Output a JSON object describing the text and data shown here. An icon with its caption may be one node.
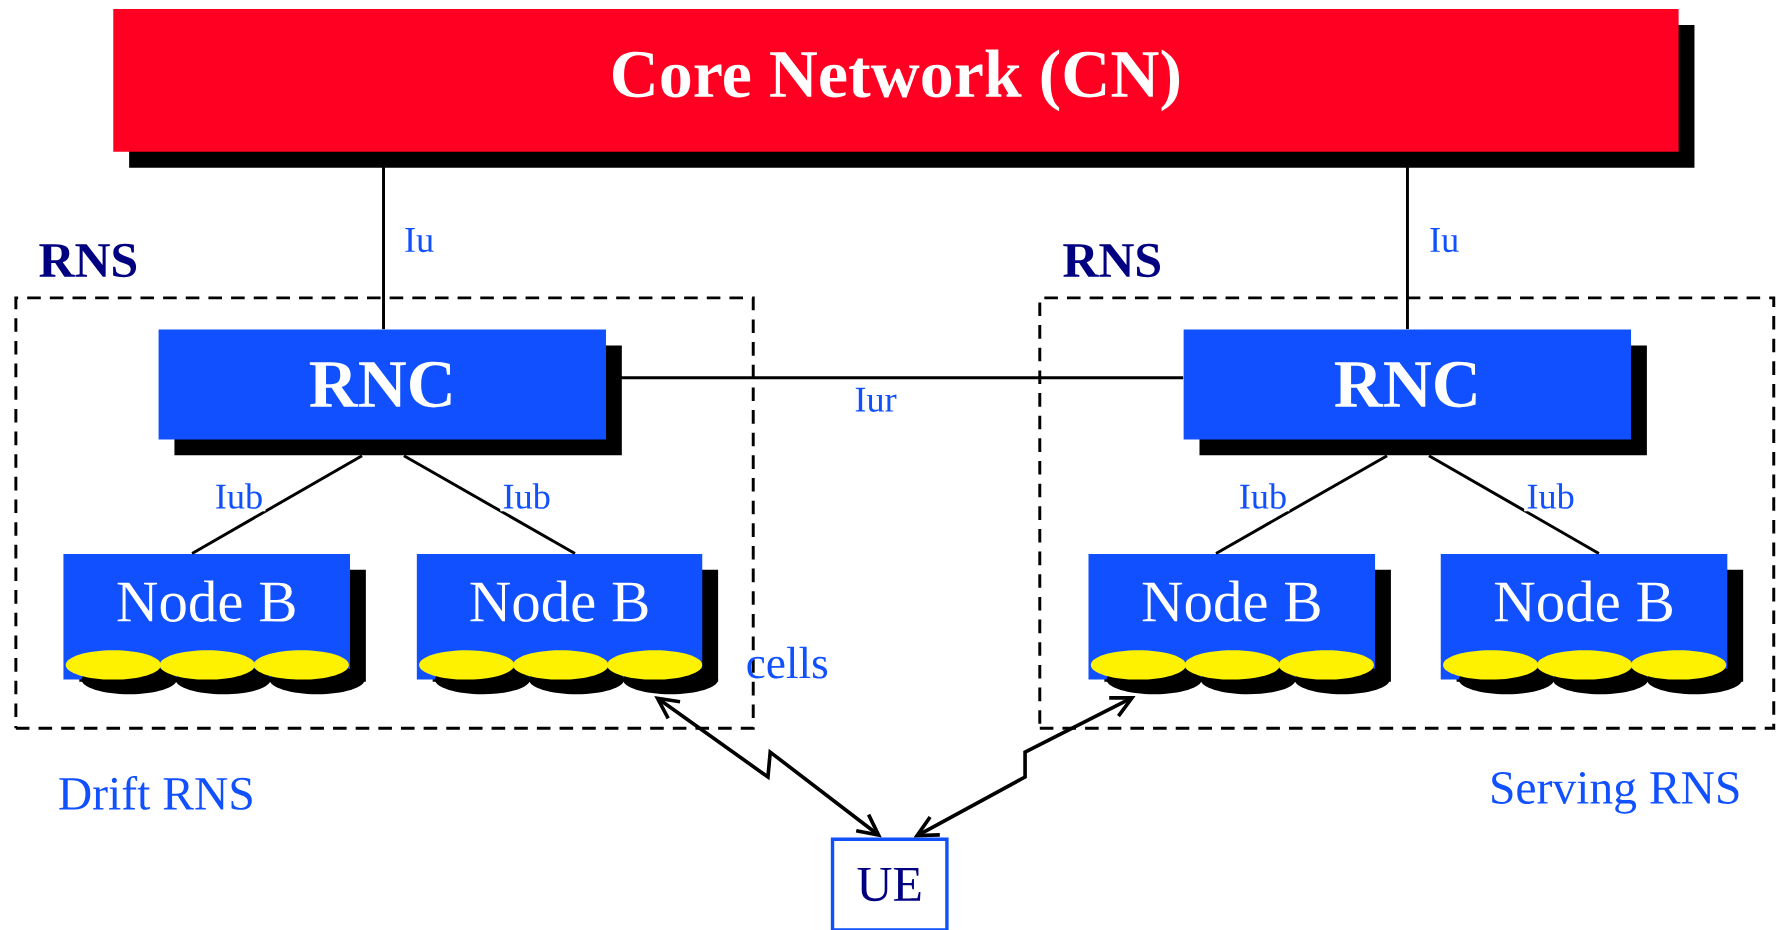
{
  "diagram": {
    "nodes": [
      {
        "text": [
          "Core Network (CN)"
        ]
      },
      {
        "text": [
          "RNS"
        ],
        "beside": [
          "Drift RNS"
        ]
      },
      {
        "text": [
          "RNC"
        ],
        "in": 1
      },
      {
        "text": [
          "Node B"
        ],
        "in": 1
      },
      {
        "text": [
          "Node B"
        ],
        "in": 1
      },
      {
        "text": [
          "RNS"
        ],
        "beside": [
          "Serving RNS"
        ]
      },
      {
        "text": [
          "RNC"
        ],
        "in": 5
      },
      {
        "text": [
          "Node B"
        ],
        "in": 5
      },
      {
        "text": [
          "Node B"
        ],
        "in": 5
      },
      {
        "text": [
          "UE"
        ]
      }
    ],
    "edges": [
      {
        "from": 0,
        "to": 2,
        "arrow": "none",
        "label": "Iu"
      },
      {
        "from": 0,
        "to": 6,
        "arrow": "none",
        "label": "Iu"
      },
      {
        "from": 2,
        "to": 6,
        "arrow": "none",
        "label": "Iur"
      },
      {
        "from": 2,
        "to": 3,
        "arrow": "none",
        "label": "Iub"
      },
      {
        "from": 2,
        "to": 4,
        "arrow": "none",
        "label": "Iub"
      },
      {
        "from": 6,
        "to": 7,
        "arrow": "none",
        "label": "Iub"
      },
      {
        "from": 6,
        "to": 8,
        "arrow": "none",
        "label": "Iub"
      },
      {
        "from": 4,
        "to": 9,
        "arrow": "both"
      },
      {
        "from": 7,
        "to": 9,
        "arrow": "both"
      }
    ],
    "labels": [
      "cells"
    ]
  }
}
